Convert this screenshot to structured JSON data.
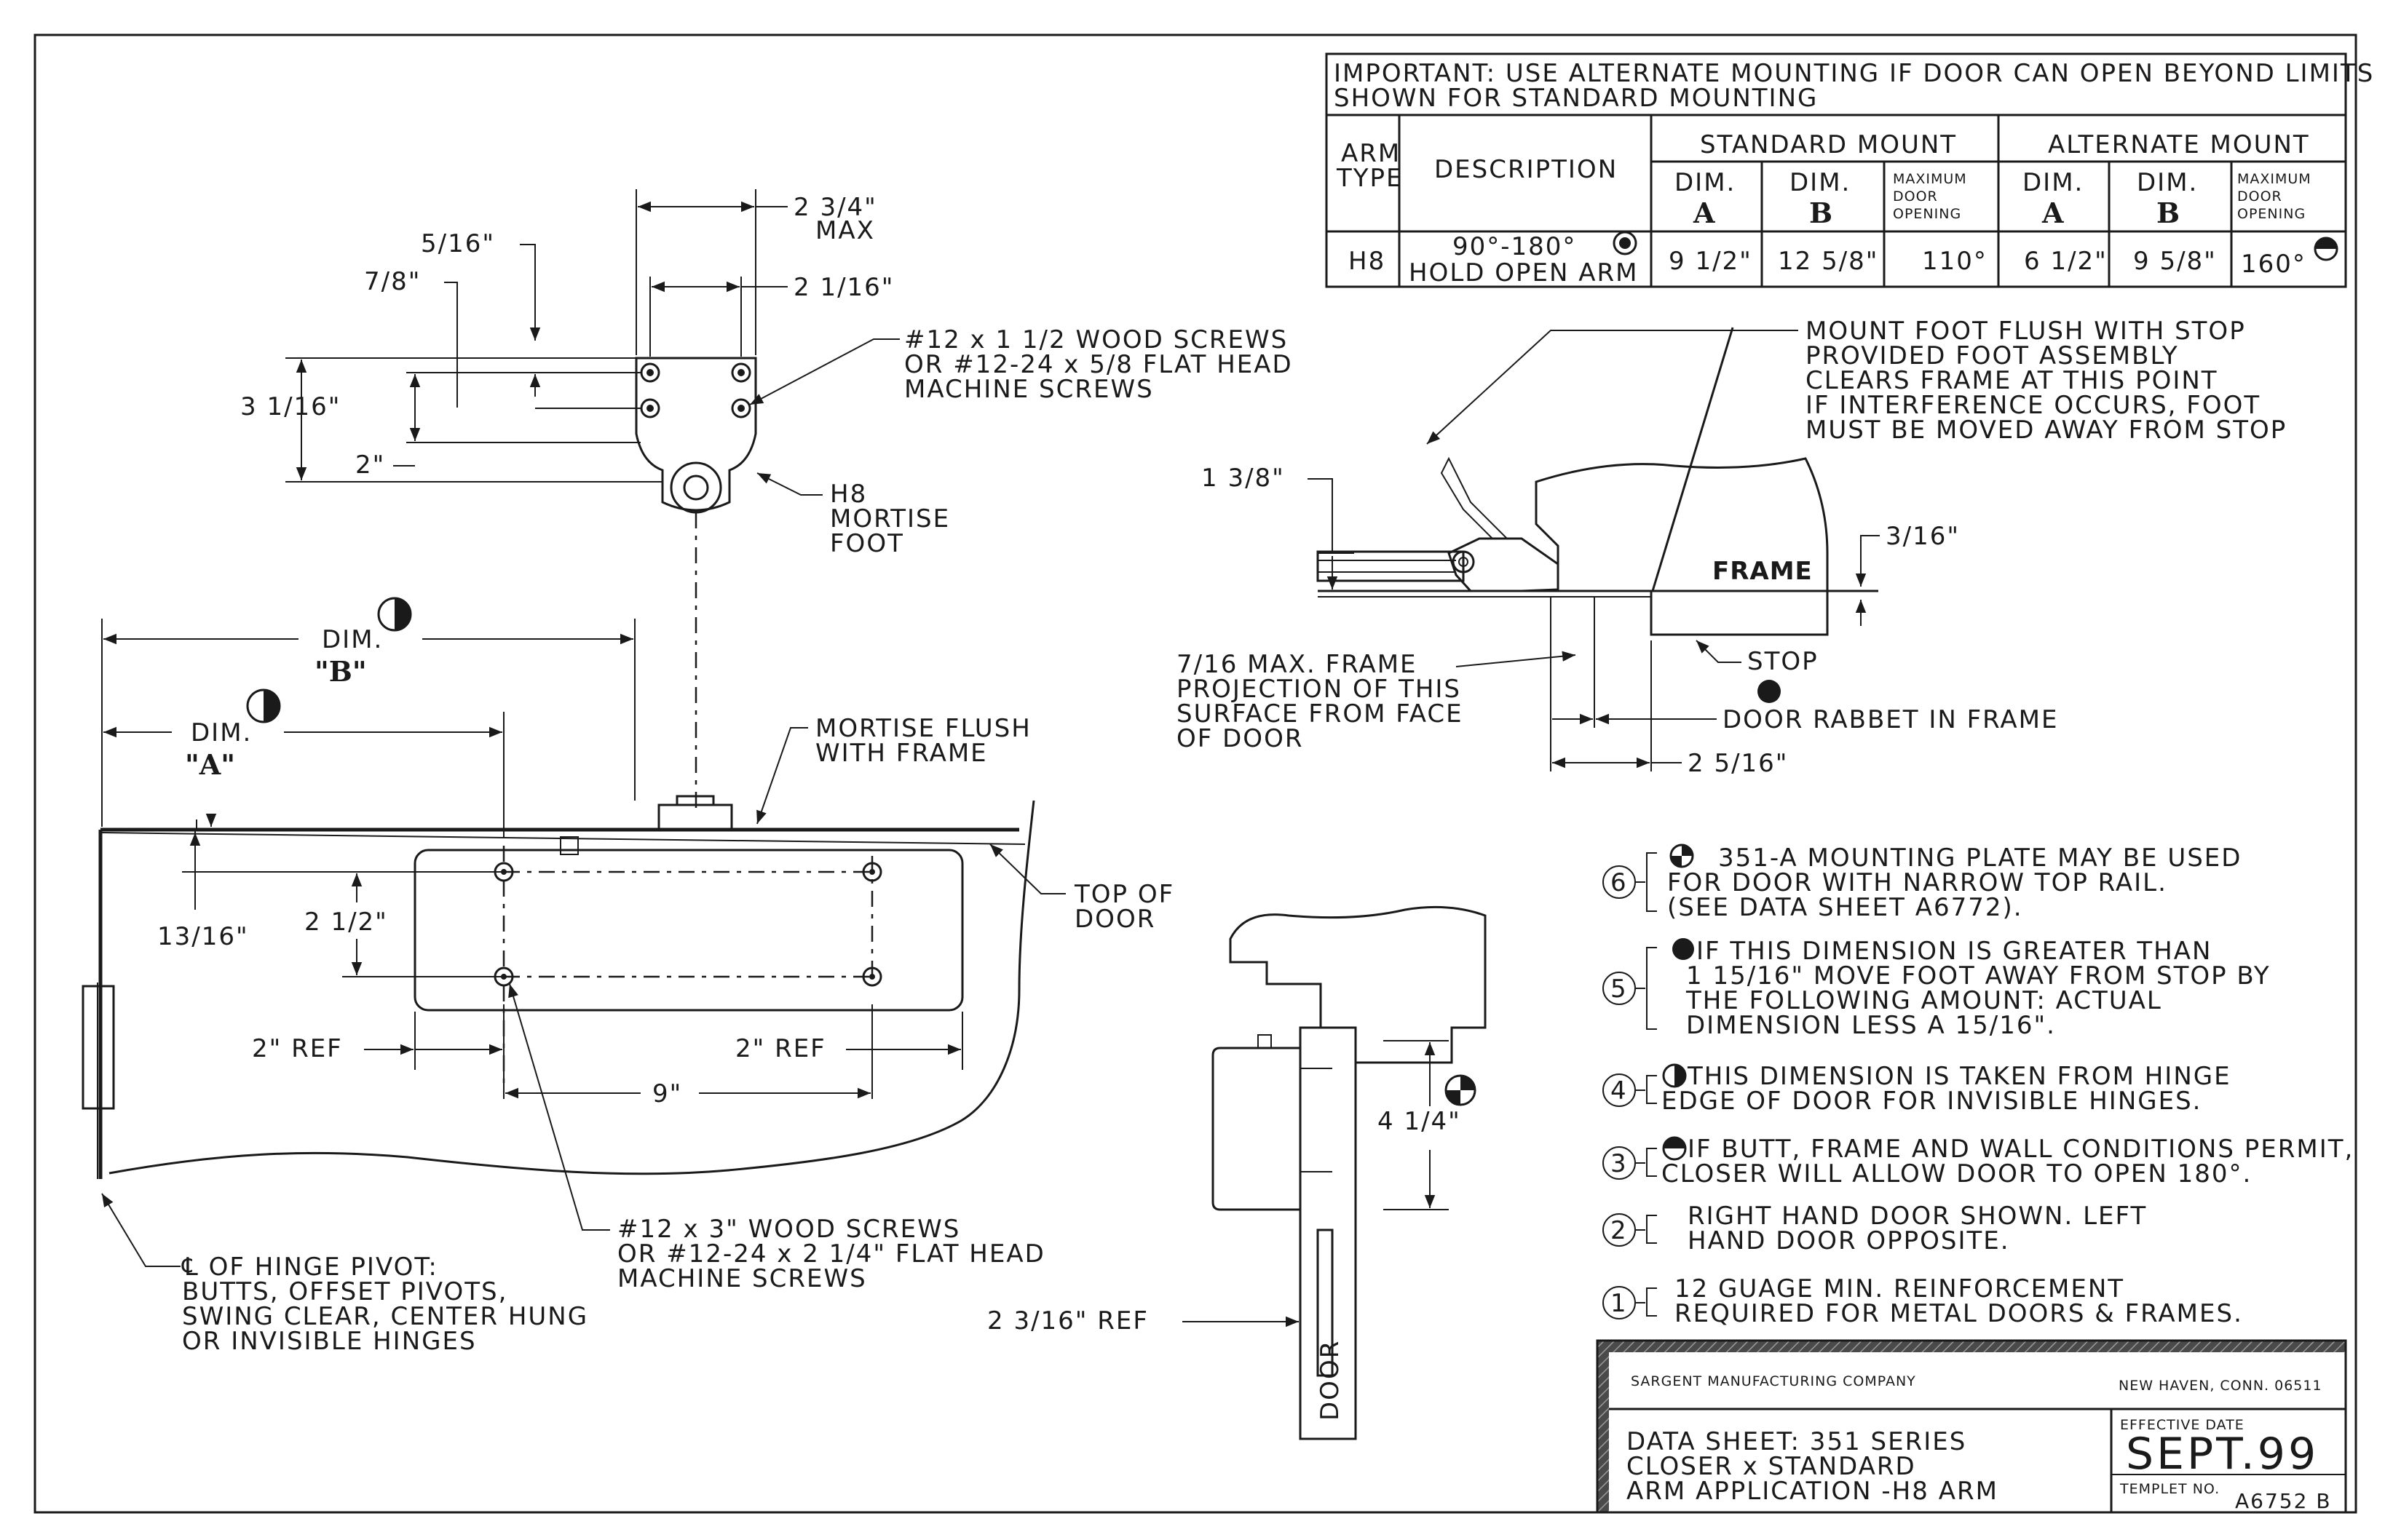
{
  "table": {
    "important": [
      "IMPORTANT: USE ALTERNATE MOUNTING IF DOOR CAN OPEN BEYOND LIMITS",
      "SHOWN FOR STANDARD MOUNTING"
    ],
    "arm_type_header": [
      "ARM",
      "TYPE"
    ],
    "description_header": "DESCRIPTION",
    "standard_mount": "STANDARD MOUNT",
    "alternate_mount": "ALTERNATE MOUNT",
    "dim_label": "DIM.",
    "dim_a": "A",
    "dim_b": "B",
    "max_opening": [
      "MAXIMUM",
      "DOOR",
      "OPENING"
    ],
    "row": {
      "arm": "H8",
      "description": [
        "90°-180°",
        "HOLD OPEN ARM"
      ],
      "std_a": "9 1/2\"",
      "std_b": "12 5/8\"",
      "std_max": "110°",
      "alt_a": "6 1/2\"",
      "alt_b": "9 5/8\"",
      "alt_max": "160°"
    }
  },
  "foot_view": {
    "dim_2_3_4": [
      "2 3/4\"",
      "MAX"
    ],
    "dim_5_16": "5/16\"",
    "dim_7_8": "7/8\"",
    "dim_2_1_16": "2 1/16\"",
    "dim_3_1_16": "3 1/16\"",
    "dim_2": "2\"",
    "screws": [
      "#12 x 1 1/2 WOOD SCREWS",
      "OR #12-24 x 5/8 FLAT HEAD",
      "MACHINE SCREWS"
    ],
    "foot_label": [
      "H8",
      "MORTISE",
      "FOOT"
    ]
  },
  "door_view": {
    "dim_b": [
      "DIM.",
      "\"B\""
    ],
    "dim_a": [
      "DIM.",
      "\"A\""
    ],
    "mortise": [
      "MORTISE FLUSH",
      "WITH FRAME"
    ],
    "top_of_door": [
      "TOP OF",
      "DOOR"
    ],
    "dim_13_16": "13/16\"",
    "dim_2_1_2": "2 1/2\"",
    "ref_left": "2\" REF",
    "ref_right": "2\" REF",
    "dim_9": "9\"",
    "hinge_note": [
      "℄ OF HINGE PIVOT:",
      "BUTTS, OFFSET PIVOTS,",
      "SWING CLEAR, CENTER HUNG",
      "OR INVISIBLE HINGES"
    ],
    "screws": [
      "#12 x 3\" WOOD SCREWS",
      "OR #12-24 x 2 1/4\" FLAT HEAD",
      "MACHINE SCREWS"
    ]
  },
  "frame_view": {
    "mount_note": [
      "MOUNT FOOT FLUSH WITH STOP",
      "PROVIDED FOOT ASSEMBLY",
      "CLEARS FRAME AT THIS POINT",
      "IF INTERFERENCE OCCURS, FOOT",
      "MUST BE MOVED AWAY FROM STOP"
    ],
    "dim_1_3_8": "1 3/8\"",
    "frame": "FRAME",
    "dim_3_16": "3/16\"",
    "projection": [
      "7/16 MAX. FRAME",
      "PROJECTION OF THIS",
      "SURFACE FROM FACE",
      "OF DOOR"
    ],
    "stop": "STOP",
    "rabbet": "DOOR RABBET IN FRAME",
    "dim_2_5_16": "2 5/16\""
  },
  "section_view": {
    "dim_4_1_4": "4 1/4\"",
    "dim_2_3_16": "2 3/16\" REF",
    "door": "DOOR"
  },
  "notes": [
    {
      "num": "6",
      "lines": [
        "351-A MOUNTING PLATE MAY BE USED",
        "FOR DOOR WITH NARROW TOP RAIL.",
        "(SEE DATA SHEET A6772)."
      ]
    },
    {
      "num": "5",
      "lines": [
        "IF THIS DIMENSION IS GREATER THAN",
        "1 15/16\" MOVE FOOT AWAY FROM STOP BY",
        "THE FOLLOWING AMOUNT: ACTUAL",
        "DIMENSION LESS A 15/16\"."
      ]
    },
    {
      "num": "4",
      "lines": [
        "THIS DIMENSION IS TAKEN FROM HINGE",
        "EDGE OF DOOR FOR INVISIBLE HINGES."
      ]
    },
    {
      "num": "3",
      "lines": [
        "IF BUTT, FRAME AND WALL CONDITIONS PERMIT,",
        "CLOSER WILL ALLOW DOOR TO OPEN 180°."
      ]
    },
    {
      "num": "2",
      "lines": [
        "RIGHT HAND DOOR SHOWN. LEFT",
        "HAND DOOR OPPOSITE."
      ]
    },
    {
      "num": "1",
      "lines": [
        "12 GUAGE MIN. REINFORCEMENT",
        "REQUIRED FOR METAL DOORS & FRAMES."
      ]
    }
  ],
  "title_block": {
    "company": "SARGENT MANUFACTURING COMPANY",
    "location": "NEW HAVEN, CONN. 06511",
    "title": [
      "DATA SHEET: 351 SERIES",
      "CLOSER x STANDARD",
      "ARM APPLICATION -H8 ARM"
    ],
    "effective_label": "EFFECTIVE DATE",
    "effective_date": "SEPT.99",
    "templet_label": "TEMPLET NO.",
    "templet_no": "A6752 B"
  }
}
